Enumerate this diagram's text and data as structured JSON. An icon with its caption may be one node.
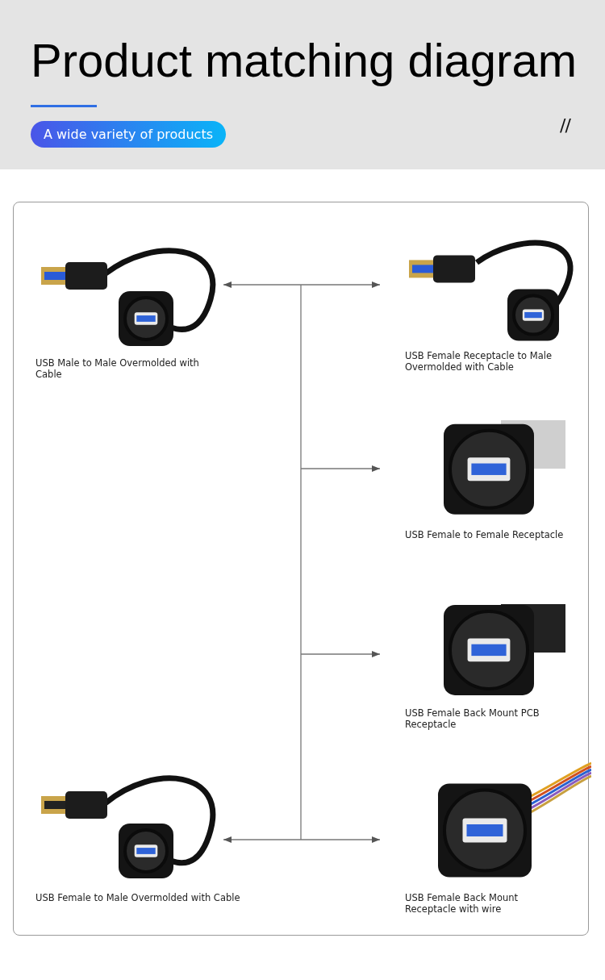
{
  "diagram": {
    "title": "Product matching diagram",
    "nodes": [
      {
        "text": [
          "USB Male to Male Overmolded with Cable"
        ]
      },
      {
        "text": [
          "USB Female Receptacle to Male Overmolded with Cable"
        ]
      },
      {
        "text": [
          "USB Female to Female Receptacle"
        ]
      },
      {
        "text": [
          "USB Female Back Mount PCB Receptacle"
        ]
      },
      {
        "text": [
          "USB Female Back Mount Receptacle with wire"
        ]
      },
      {
        "text": [
          "USB Female to Male Overmolded with Cable"
        ]
      }
    ],
    "edges": [
      {
        "from": null,
        "to": 0,
        "arrow": "to"
      },
      {
        "from": null,
        "to": 1,
        "arrow": "to"
      },
      {
        "from": null,
        "to": 2,
        "arrow": "to"
      },
      {
        "from": null,
        "to": 3,
        "arrow": "to"
      },
      {
        "from": null,
        "to": 4,
        "arrow": "to"
      },
      {
        "from": null,
        "to": 5,
        "arrow": "to"
      }
    ],
    "labels": [
      "A wide variety of products",
      "//"
    ]
  }
}
